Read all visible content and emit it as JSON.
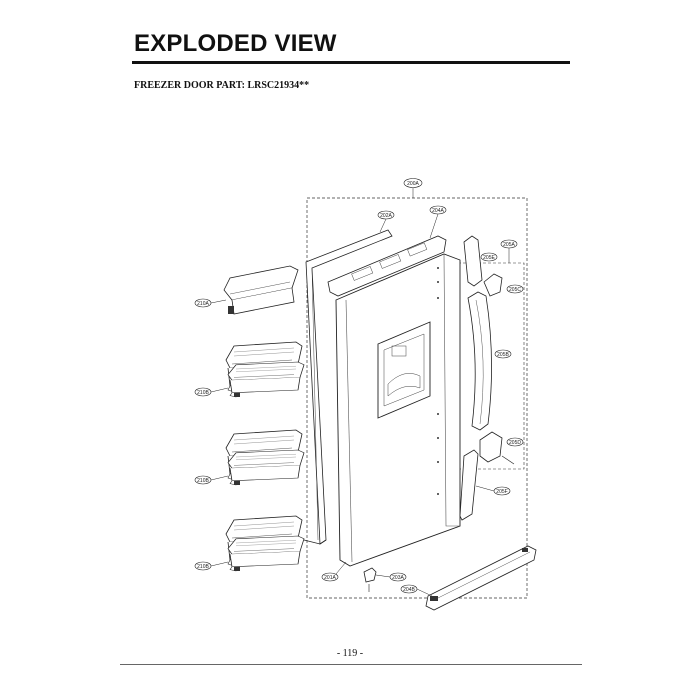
{
  "header": {
    "title": "EXPLODED VIEW",
    "subtitle": "FREEZER DOOR PART: LRSC21934**"
  },
  "callouts": {
    "c200A": "200A",
    "c202A": "202A",
    "c204A": "204A",
    "c205A": "205A",
    "c205E": "205E",
    "c205C": "205C",
    "c205B": "205B",
    "c205D": "205D",
    "c205F": "205F",
    "c210A": "210A",
    "c210B1": "210B",
    "c210B2": "210B",
    "c210B3": "210B",
    "c201A": "201A",
    "c203A": "203A",
    "c204B": "204B"
  },
  "footer": {
    "page_number": "- 119 -"
  }
}
